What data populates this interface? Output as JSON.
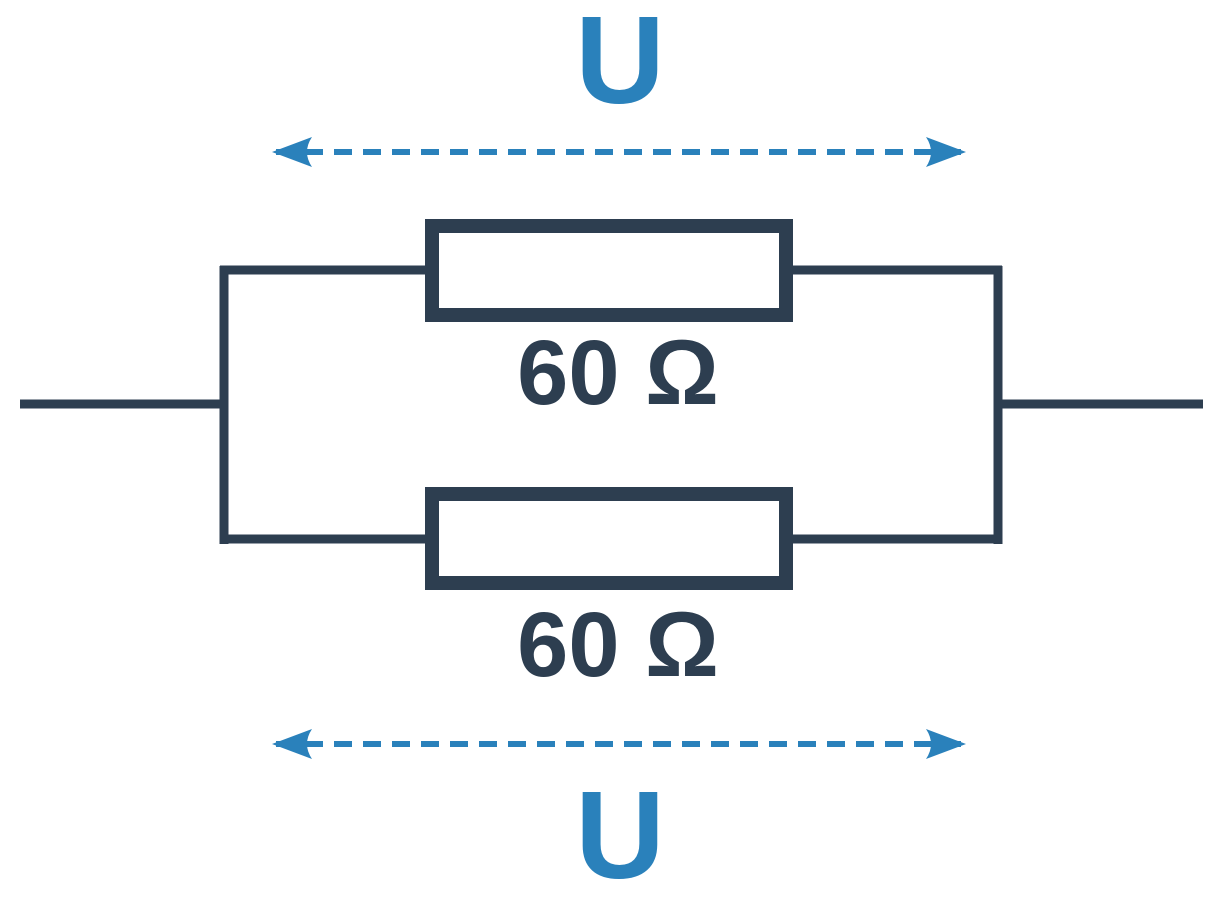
{
  "colors": {
    "wire": "#2d3e50",
    "voltage": "#2a81bb",
    "background": "#ffffff"
  },
  "voltage_top": {
    "label": "U"
  },
  "voltage_bottom": {
    "label": "U"
  },
  "resistor_top": {
    "label": "60 Ω"
  },
  "resistor_bottom": {
    "label": "60 Ω"
  }
}
